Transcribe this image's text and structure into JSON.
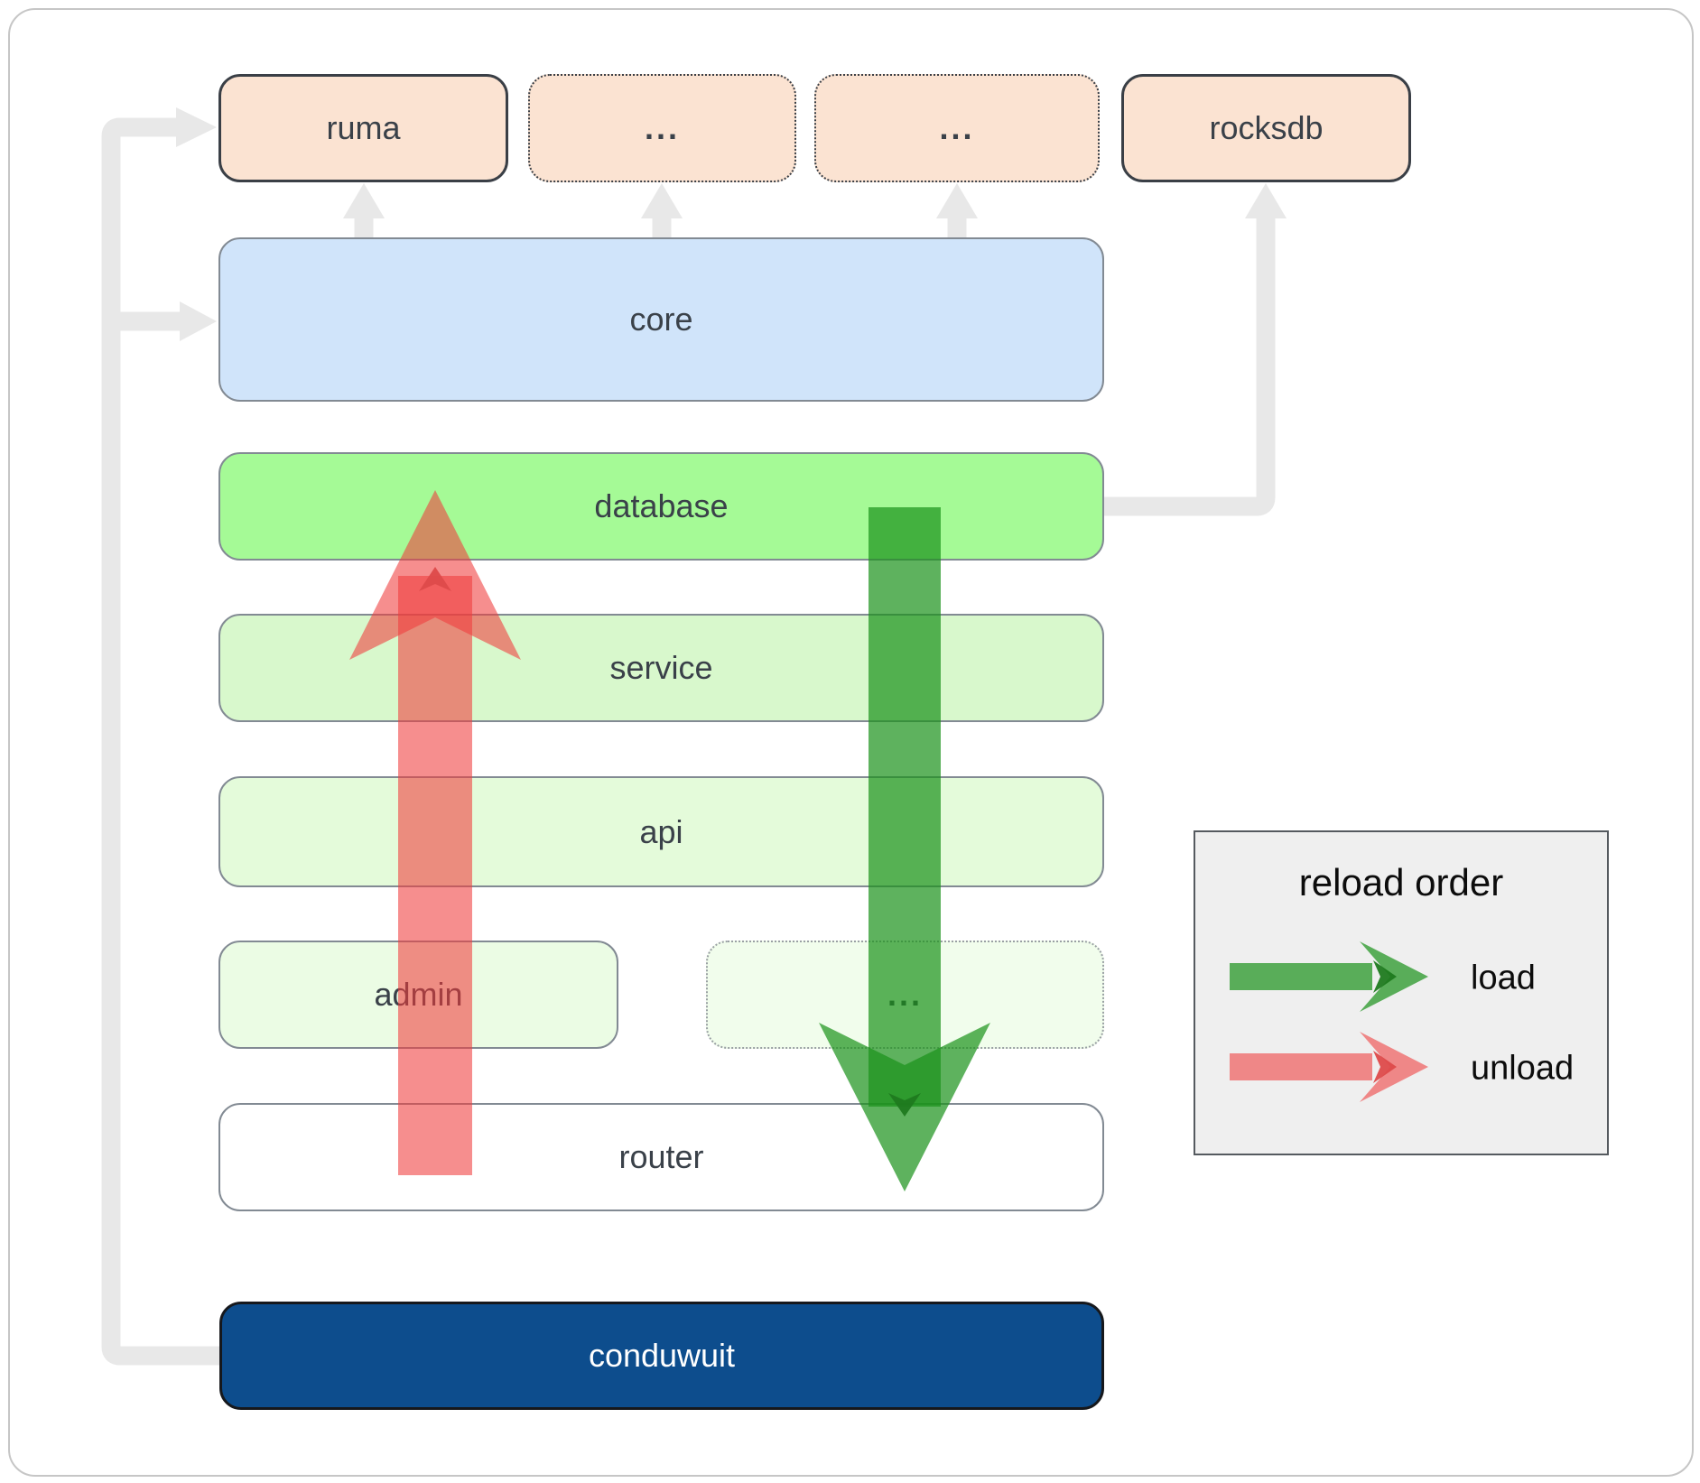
{
  "nodes": {
    "ruma": "ruma",
    "top_more_1": "...",
    "top_more_2": "...",
    "rocksdb": "rocksdb",
    "core": "core",
    "database": "database",
    "service": "service",
    "api": "api",
    "admin": "admin",
    "admin_more": "...",
    "router": "router",
    "conduwuit": "conduwuit"
  },
  "legend": {
    "title": "reload order",
    "load": "load",
    "unload": "unload"
  },
  "colors": {
    "load_arrow_green": "#199119",
    "unload_arrow_red": "#f03c3c",
    "dependency_link_gray": "#e8e8e8",
    "database_green": "#a5fa96",
    "core_blue": "#d0e4fa",
    "crate_peach": "#fbe3d2",
    "conduwuit_navy": "#0d4d8d"
  }
}
